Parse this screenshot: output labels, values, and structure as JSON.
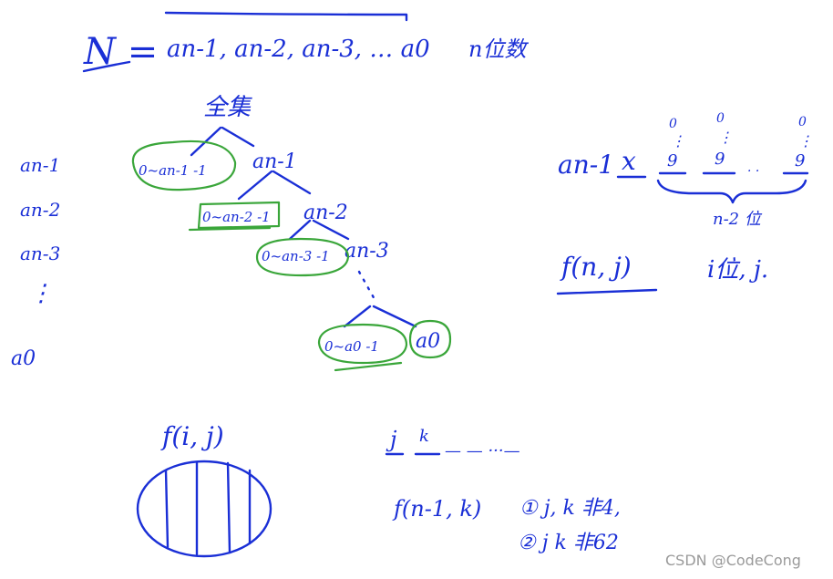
{
  "header": {
    "n_label": "N =",
    "digits": "an-1, an-2, an-3, … a0",
    "digits_note": "n位数"
  },
  "left_column": {
    "items": [
      "an-1",
      "an-2",
      "an-3",
      "⋮",
      "a0"
    ]
  },
  "tree": {
    "root": "全集",
    "nodes": {
      "n1": "an-1",
      "n2": "an-2",
      "n3": "an-3",
      "n0": "a0"
    },
    "leaves": {
      "l1": "0~an-1 -1",
      "l2": "0~an-2 -1",
      "l3": "0~an-3 -1",
      "l4": "0~a0 -1"
    },
    "dots": "⋮"
  },
  "right_panel": {
    "row_a": "an-1",
    "row_x": "x",
    "col_values": [
      "0",
      "⋮",
      "9"
    ],
    "ellipsis": "· ·",
    "brace_label": "n-2 位",
    "f_expr": "f(n, j)",
    "f_desc": "i位, j."
  },
  "bottom_left": {
    "f_label": "f(i, j)"
  },
  "bottom_right": {
    "line1_j": "j",
    "line1_k": "k",
    "line1_rest": "— — ···—",
    "f2": "f(n-1, k)",
    "opt1": "① j, k 非4,",
    "opt2": "② j k 非62"
  },
  "watermark": "CSDN @CodeCong",
  "colors": {
    "ink": "#1a2fd6",
    "highlight": "#3aa63a",
    "watermark": "#9a9a9a"
  }
}
